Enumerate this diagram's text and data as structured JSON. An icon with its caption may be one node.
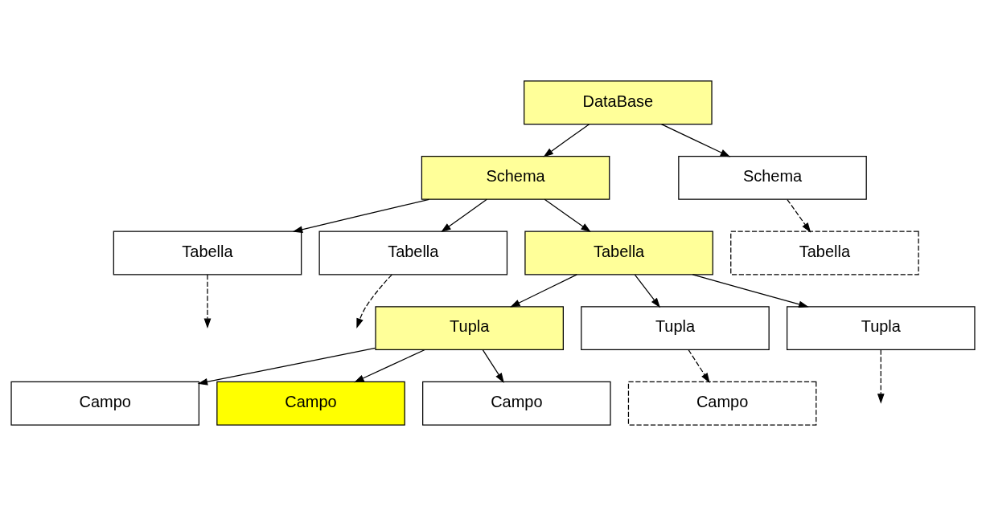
{
  "diagram": {
    "nodes": [
      {
        "text": [
          "DataBase"
        ]
      },
      {
        "text": [
          "Schema"
        ]
      },
      {
        "text": [
          "Schema"
        ]
      },
      {
        "text": [
          "Tabella"
        ]
      },
      {
        "text": [
          "Tabella"
        ]
      },
      {
        "text": [
          "Tabella"
        ]
      },
      {
        "text": [
          "Tabella"
        ]
      },
      {
        "text": [
          "Tupla"
        ]
      },
      {
        "text": [
          "Tupla"
        ]
      },
      {
        "text": [
          "Tupla"
        ]
      },
      {
        "text": [
          "Campo"
        ]
      },
      {
        "text": [
          "Campo"
        ]
      },
      {
        "text": [
          "Campo"
        ]
      },
      {
        "text": [
          "Campo"
        ]
      }
    ],
    "edges": [
      {
        "from": 0,
        "to": 1,
        "arrow": "to"
      },
      {
        "from": 0,
        "to": 2,
        "arrow": "to"
      },
      {
        "from": 1,
        "to": 3,
        "arrow": "to"
      },
      {
        "from": 1,
        "to": 4,
        "arrow": "to"
      },
      {
        "from": 1,
        "to": 5,
        "arrow": "to"
      },
      {
        "from": 2,
        "to": 6,
        "arrow": "to",
        "style": "dashed"
      },
      {
        "from": 3,
        "to": null,
        "arrow": "to",
        "style": "dashed"
      },
      {
        "from": 4,
        "to": null,
        "arrow": "to",
        "style": "dashed"
      },
      {
        "from": 5,
        "to": 7,
        "arrow": "to"
      },
      {
        "from": 5,
        "to": 8,
        "arrow": "to"
      },
      {
        "from": 5,
        "to": 9,
        "arrow": "to"
      },
      {
        "from": 7,
        "to": 10,
        "arrow": "to"
      },
      {
        "from": 7,
        "to": 11,
        "arrow": "to"
      },
      {
        "from": 7,
        "to": 12,
        "arrow": "to"
      },
      {
        "from": 8,
        "to": 13,
        "arrow": "to",
        "style": "dashed"
      },
      {
        "from": 9,
        "to": null,
        "arrow": "to",
        "style": "dashed"
      }
    ]
  }
}
